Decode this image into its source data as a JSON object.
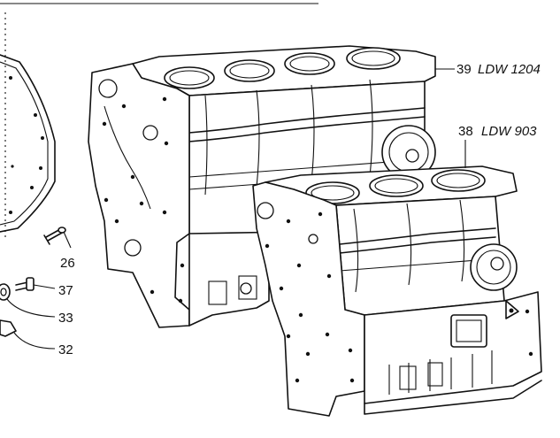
{
  "callouts": {
    "c39": {
      "num": "39",
      "model": "LDW 1204"
    },
    "c38": {
      "num": "38",
      "model": "LDW 903"
    },
    "c26": {
      "num": "26"
    },
    "c37": {
      "num": "37"
    },
    "c33": {
      "num": "33"
    },
    "c32": {
      "num": "32"
    }
  }
}
